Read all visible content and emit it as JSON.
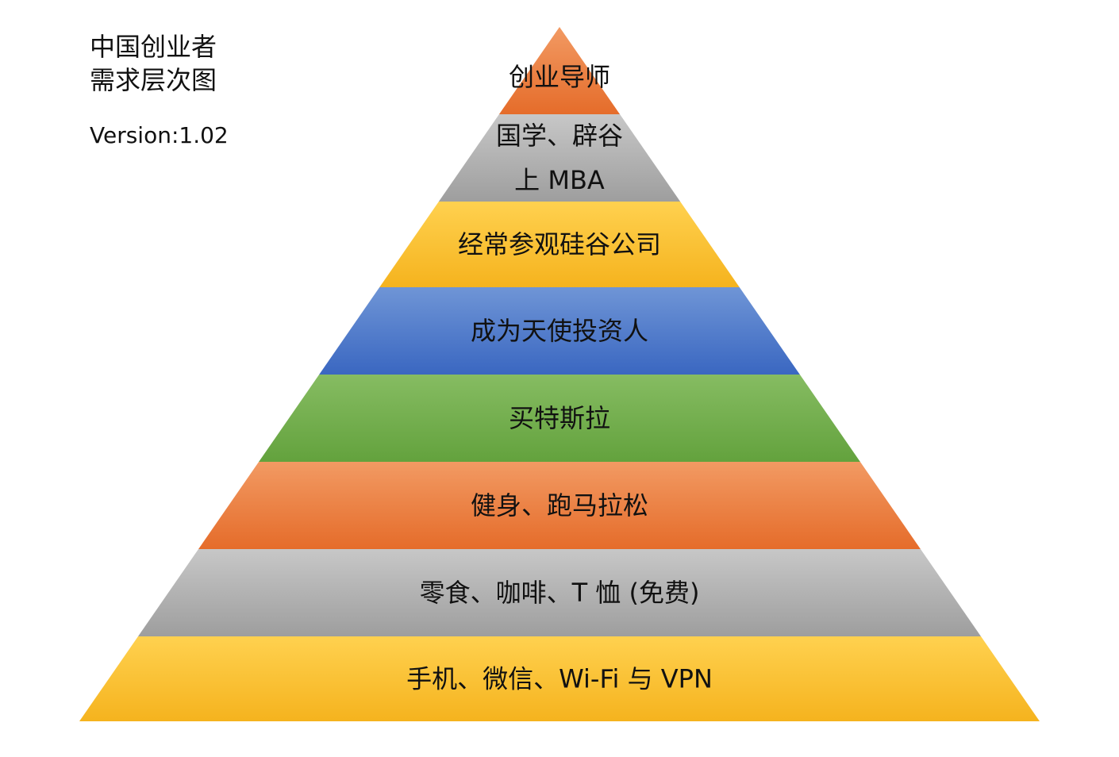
{
  "title": {
    "line1": "中国创业者",
    "line2": "需求层次图",
    "version": "Version:1.02"
  },
  "tiers": [
    {
      "lines": [
        "创业导师"
      ],
      "color_top": "#F29A63",
      "color_bottom": "#E56C2A"
    },
    {
      "lines": [
        "国学、辟谷",
        "上 MBA"
      ],
      "color_top": "#C7C7C7",
      "color_bottom": "#9E9E9E"
    },
    {
      "lines": [
        "经常参观硅谷公司"
      ],
      "color_top": "#FFD14F",
      "color_bottom": "#F5B31E"
    },
    {
      "lines": [
        "成为天使投资人"
      ],
      "color_top": "#6F95D6",
      "color_bottom": "#3A67C1"
    },
    {
      "lines": [
        "买特斯拉"
      ],
      "color_top": "#86BC62",
      "color_bottom": "#63A23D"
    },
    {
      "lines": [
        "健身、跑马拉松"
      ],
      "color_top": "#F29A63",
      "color_bottom": "#E56C2A"
    },
    {
      "lines": [
        "零食、咖啡、T 恤 (免费)"
      ],
      "color_top": "#C7C7C7",
      "color_bottom": "#9E9E9E"
    },
    {
      "lines": [
        "手机、微信、Wi-Fi 与 VPN"
      ],
      "color_top": "#FFD14F",
      "color_bottom": "#F5B31E"
    }
  ]
}
